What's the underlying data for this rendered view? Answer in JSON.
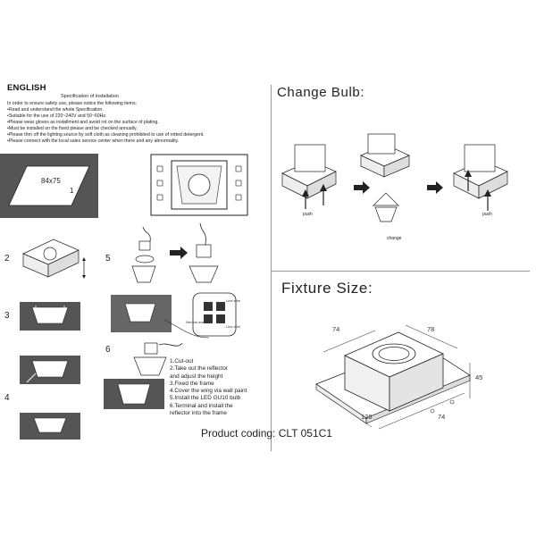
{
  "header": {
    "language": "ENGLISH",
    "spec_title": "Specification of installation",
    "safety_intro": "In order to ensure safety use, please notice the following items:"
  },
  "safety_items": [
    "Read and understand the whole Specification.",
    "Suitable for the use of 220~240V and 50~60Hz.",
    "Please wear gloves as installment and avoid rot on the surface of plating.",
    "Must be installed on the fixed please and be checked annually.",
    "Please thrn off the lighting source by soft cloth as cleaning prohibited to use of rotted detergent.",
    "Please connect with the local sales service center when there and any abnormality."
  ],
  "cutout": {
    "size": "84x75",
    "step": "1"
  },
  "step_numbers": [
    "2",
    "3",
    "4",
    "5",
    "6"
  ],
  "wiring": {
    "label1": "Line wire",
    "label2": "Line wire",
    "label3": "Neutral wire"
  },
  "steps": [
    "1.Cut-out",
    "2.Take out the reflector",
    "   and adjust the height",
    "3.Fixed the frame",
    "4.Cover the wing via wall paint",
    "5.Install the LED GU10 bulb",
    "6.Terminal and install the",
    "   reflector into the frame"
  ],
  "change_bulb": {
    "title": "Change Bulb:",
    "push1": "push",
    "change": "change",
    "push2": "push"
  },
  "fixture": {
    "title": "Fixture Size:",
    "dim_top_left": "74",
    "dim_top_right": "78",
    "dim_height": "45",
    "dim_bottom_left": "128",
    "dim_bottom_right": "74"
  },
  "product_code": "Product coding: CLT 051C1"
}
